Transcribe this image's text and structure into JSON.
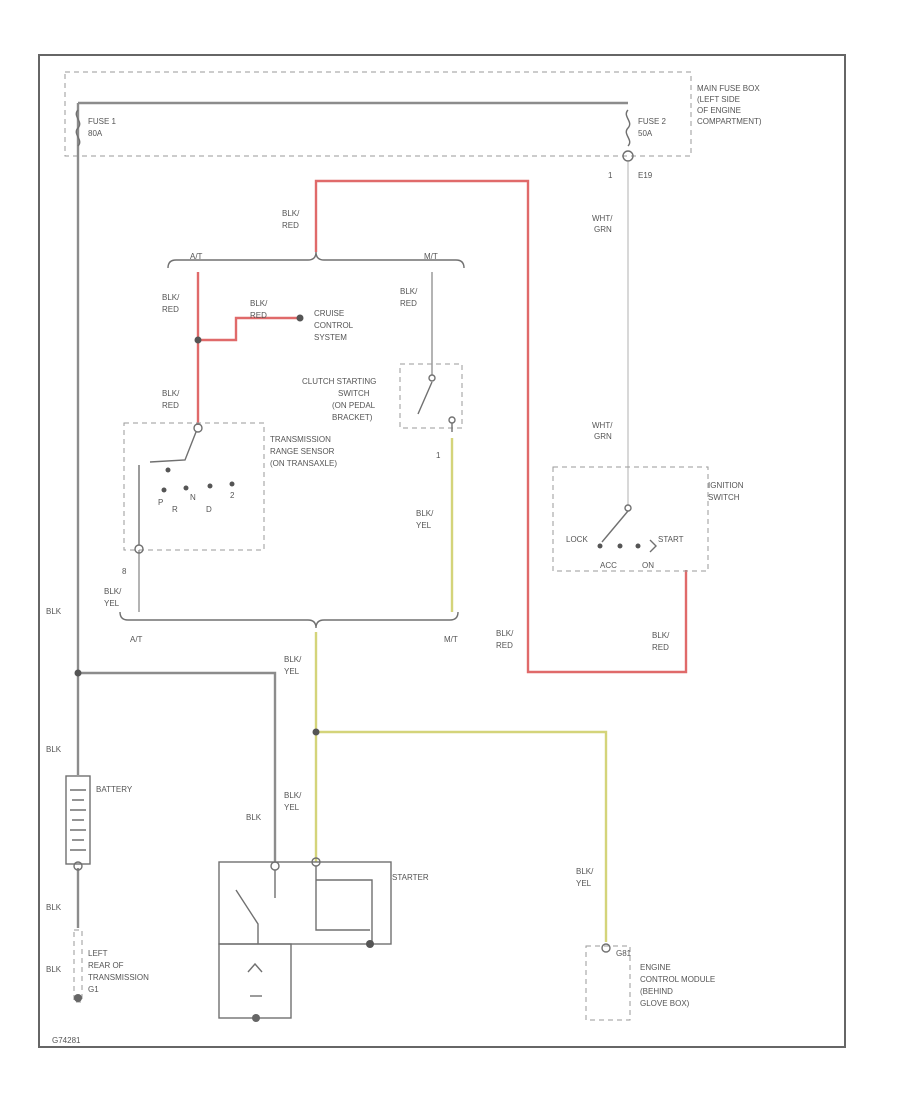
{
  "labels": {
    "main_fuse_box": [
      "MAIN FUSE BOX",
      "(LEFT SIDE",
      "OF ENGINE",
      "COMPARTMENT)"
    ],
    "fuse1": [
      "FUSE 1",
      "80A"
    ],
    "fuse2": [
      "FUSE 2",
      "50A"
    ],
    "conn_e19": [
      "1",
      "E19"
    ],
    "wht_grn_1": [
      "WHT/",
      "GRN"
    ],
    "wht_grn_2": [
      "WHT/",
      "GRN"
    ],
    "blk_red_top": [
      "BLK/",
      "RED"
    ],
    "at_top": "A/T",
    "mt_top": "M/T",
    "blk_red_at1": [
      "BLK/",
      "RED"
    ],
    "blk_red_at2": [
      "BLK/",
      "RED"
    ],
    "blk_red_cruise": [
      "BLK/",
      "RED"
    ],
    "cruise": [
      "CRUISE",
      "CONTROL",
      "SYSTEM"
    ],
    "blk_red_mt": [
      "BLK/",
      "RED"
    ],
    "clutch_switch": [
      "CLUTCH STARTING",
      "SWITCH",
      "(ON PEDAL",
      "BRACKET)"
    ],
    "clutch_pin": "1",
    "trans_sensor": [
      "TRANSMISSION",
      "RANGE SENSOR",
      "(ON TRANSAXLE)"
    ],
    "trans_pos": [
      "P",
      "R",
      "N",
      "D",
      "2"
    ],
    "trans_pin": "8",
    "blk_yel_at": [
      "BLK/",
      "YEL"
    ],
    "blk_yel_mt": [
      "BLK/",
      "YEL"
    ],
    "at_bottom": "A/T",
    "mt_bottom": "M/T",
    "ignition_switch": [
      "IGNITION",
      "SWITCH"
    ],
    "ign_lock": "LOCK",
    "ign_start": "START",
    "ign_acc": "ACC",
    "ign_on": "ON",
    "blk_red_right": [
      "BLK/",
      "RED"
    ],
    "blk_red_ign": [
      "BLK/",
      "RED"
    ],
    "blk_1": "BLK",
    "blk_yel_junction": [
      "BLK/",
      "YEL"
    ],
    "blk_2": "BLK",
    "battery": "BATTERY",
    "blk_yel_starter": [
      "BLK/",
      "YEL"
    ],
    "blk_starter": "BLK",
    "starter": "STARTER",
    "blk_3": "BLK",
    "blk_4": "BLK",
    "ground": [
      "LEFT",
      "REAR OF",
      "TRANSMISSION",
      "G1"
    ],
    "blk_yel_ecm": [
      "BLK/",
      "YEL"
    ],
    "ecm_pin": "G81",
    "ecm": [
      "ENGINE",
      "CONTROL MODULE",
      "(BEHIND",
      "GLOVE BOX)"
    ],
    "footer_code": "G74281"
  },
  "wire_colors": {
    "BLK": "#8c8c8c",
    "BLK/RED": "#e06a6a",
    "BLK/YEL": "#d4d47a",
    "WHT/GRN": "#cfcfcf"
  }
}
